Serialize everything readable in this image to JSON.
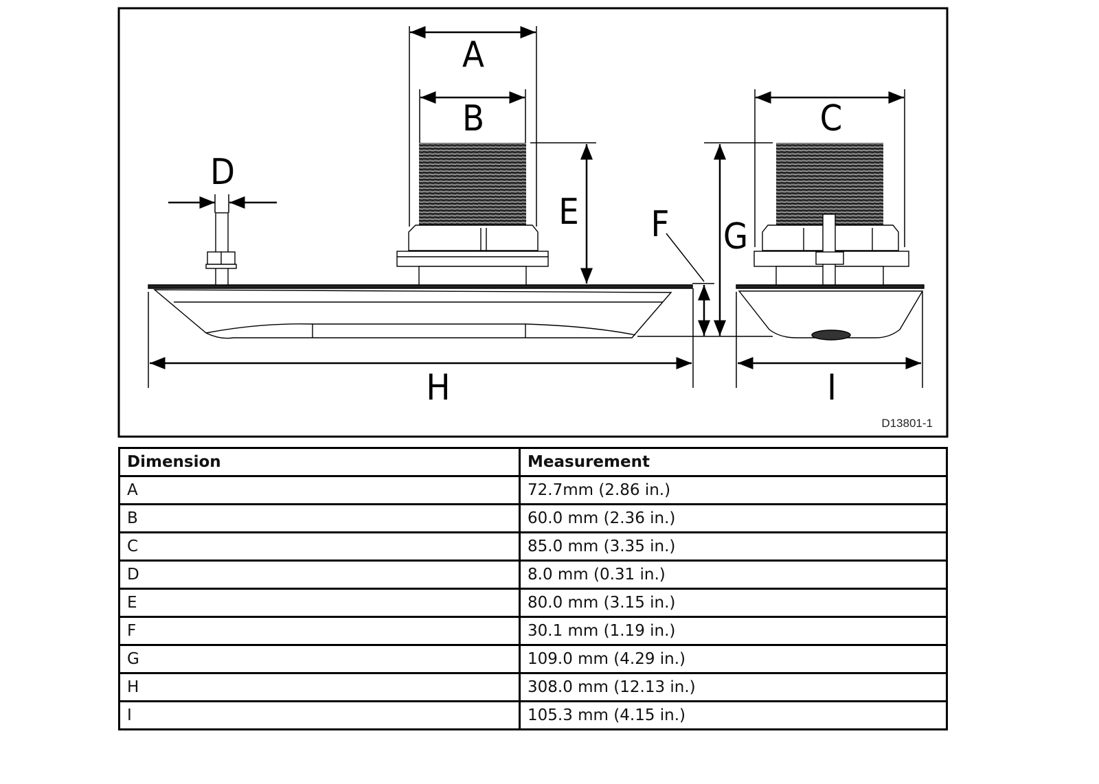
{
  "diagram": {
    "labels": {
      "A": "A",
      "B": "B",
      "C": "C",
      "D": "D",
      "E": "E",
      "F": "F",
      "G": "G",
      "H": "H",
      "I": "I"
    },
    "drawing_code": "D13801-1"
  },
  "table": {
    "headers": [
      "Dimension",
      "Measurement"
    ],
    "rows": [
      {
        "dimension": "A",
        "measurement": "72.7mm (2.86 in.)"
      },
      {
        "dimension": "B",
        "measurement": "60.0 mm (2.36 in.)"
      },
      {
        "dimension": "C",
        "measurement": "85.0 mm (3.35 in.)"
      },
      {
        "dimension": "D",
        "measurement": "8.0 mm (0.31 in.)"
      },
      {
        "dimension": "E",
        "measurement": "80.0 mm (3.15 in.)"
      },
      {
        "dimension": "F",
        "measurement": "30.1 mm (1.19 in.)"
      },
      {
        "dimension": "G",
        "measurement": "109.0 mm (4.29 in.)"
      },
      {
        "dimension": "H",
        "measurement": "308.0 mm (12.13 in.)"
      },
      {
        "dimension": "I",
        "measurement": "105.3 mm (4.15 in.)"
      }
    ]
  }
}
